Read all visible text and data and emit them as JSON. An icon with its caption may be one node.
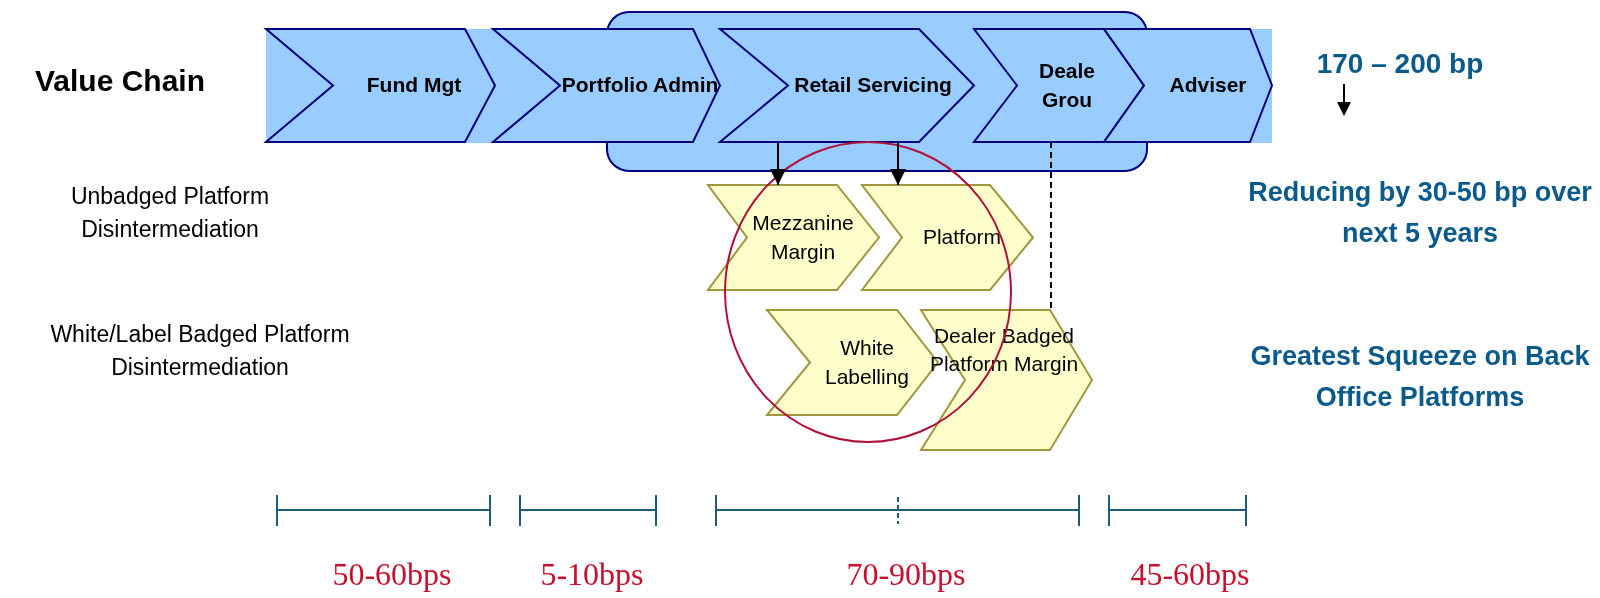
{
  "diagram": {
    "nodes": [
      {
        "text": [
          "Fund Mgt"
        ]
      },
      {
        "text": [
          "Portfolio Admin"
        ]
      },
      {
        "text": [
          "Retail Servicing"
        ]
      },
      {
        "text": [
          "Deale Grou"
        ]
      },
      {
        "text": [
          "Adviser"
        ]
      },
      {
        "text": [
          "Mezzanine Margin"
        ]
      },
      {
        "text": [
          "Platform"
        ]
      },
      {
        "text": [
          "White Labelling"
        ]
      },
      {
        "text": [
          "Dealer Badged Platform Margin"
        ]
      }
    ],
    "edges": [
      {
        "from": 2,
        "to": 5,
        "arrow": "to"
      },
      {
        "from": 2,
        "to": 6,
        "arrow": "to"
      },
      {
        "from": 3,
        "to": 8,
        "arrow": "none",
        "style": "dashed"
      }
    ],
    "labels": [
      "Value Chain",
      "170 – 200 bp",
      "Unbadged Platform Disintermediation",
      "Reducing by 30-50 bp over next 5 years",
      "White/Label Badged Platform Disintermediation",
      "Greatest Squeeze on Back Office Platforms",
      "50-60bps",
      "5-10bps",
      "70-90bps",
      "45-60bps"
    ]
  }
}
